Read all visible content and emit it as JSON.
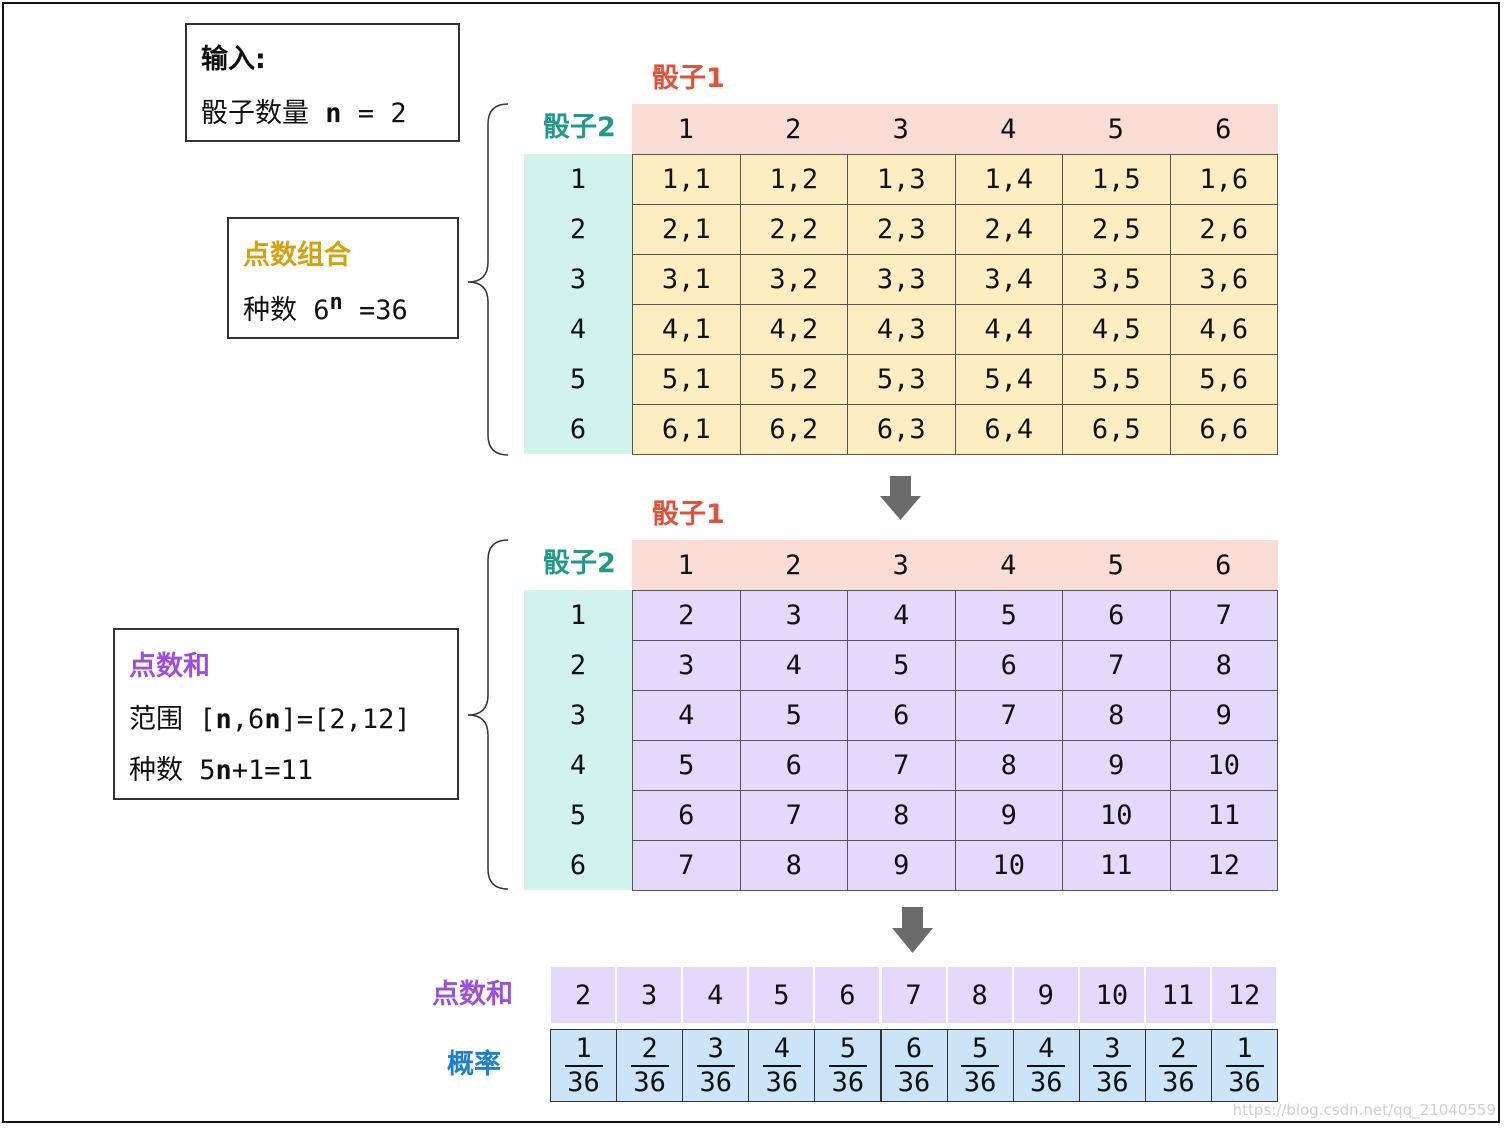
{
  "input_box": {
    "title": "输入:",
    "dice_label": "骰子数量",
    "n": "n",
    "eq": "=",
    "value": "2"
  },
  "combo_box": {
    "title": "点数组合",
    "count_label": "种数",
    "base": "6",
    "exp": "n",
    "result": "=36"
  },
  "sum_box": {
    "title": "点数和",
    "range_label": "范围",
    "range_open": "[",
    "range_n": "n",
    "range_mid": ",6",
    "range_n2": "n",
    "range_rest": "]=[2,12]",
    "count_label": "种数",
    "count_pre": "5",
    "count_n": "n",
    "count_rest": "+1=11"
  },
  "labels": {
    "die1": "骰子1",
    "die2": "骰子2",
    "sum": "点数和",
    "prob": "概率"
  },
  "die_faces": [
    "1",
    "2",
    "3",
    "4",
    "5",
    "6"
  ],
  "combo_table": [
    [
      "1,1",
      "1,2",
      "1,3",
      "1,4",
      "1,5",
      "1,6"
    ],
    [
      "2,1",
      "2,2",
      "2,3",
      "2,4",
      "2,5",
      "2,6"
    ],
    [
      "3,1",
      "3,2",
      "3,3",
      "3,4",
      "3,5",
      "3,6"
    ],
    [
      "4,1",
      "4,2",
      "4,3",
      "4,4",
      "4,5",
      "4,6"
    ],
    [
      "5,1",
      "5,2",
      "5,3",
      "5,4",
      "5,5",
      "5,6"
    ],
    [
      "6,1",
      "6,2",
      "6,3",
      "6,4",
      "6,5",
      "6,6"
    ]
  ],
  "sum_table": [
    [
      "2",
      "3",
      "4",
      "5",
      "6",
      "7"
    ],
    [
      "3",
      "4",
      "5",
      "6",
      "7",
      "8"
    ],
    [
      "4",
      "5",
      "6",
      "7",
      "8",
      "9"
    ],
    [
      "5",
      "6",
      "7",
      "8",
      "9",
      "10"
    ],
    [
      "6",
      "7",
      "8",
      "9",
      "10",
      "11"
    ],
    [
      "7",
      "8",
      "9",
      "10",
      "11",
      "12"
    ]
  ],
  "sums": [
    "2",
    "3",
    "4",
    "5",
    "6",
    "7",
    "8",
    "9",
    "10",
    "11",
    "12"
  ],
  "prob_numerators": [
    "1",
    "2",
    "3",
    "4",
    "5",
    "6",
    "5",
    "4",
    "3",
    "2",
    "1"
  ],
  "prob_denominator": "36",
  "watermark": "https://blog.csdn.net/qq_21040559",
  "colors": {
    "header_top": "#f8dcd5",
    "header_left": "#d2f2ee",
    "combo_cell": "#fdeec2",
    "sum_cell": "#e4d9fb",
    "prob_cell": "#cce4f7",
    "die1_label": "#e0533a",
    "die2_label": "#1f9a8a",
    "sum_label": "#9b4fe0",
    "prob_label": "#1b7fd6",
    "combo_title": "#d4a20c",
    "arrow": "#6b6b6b"
  },
  "icons": [
    "down-arrow-icon",
    "curly-brace-icon"
  ]
}
